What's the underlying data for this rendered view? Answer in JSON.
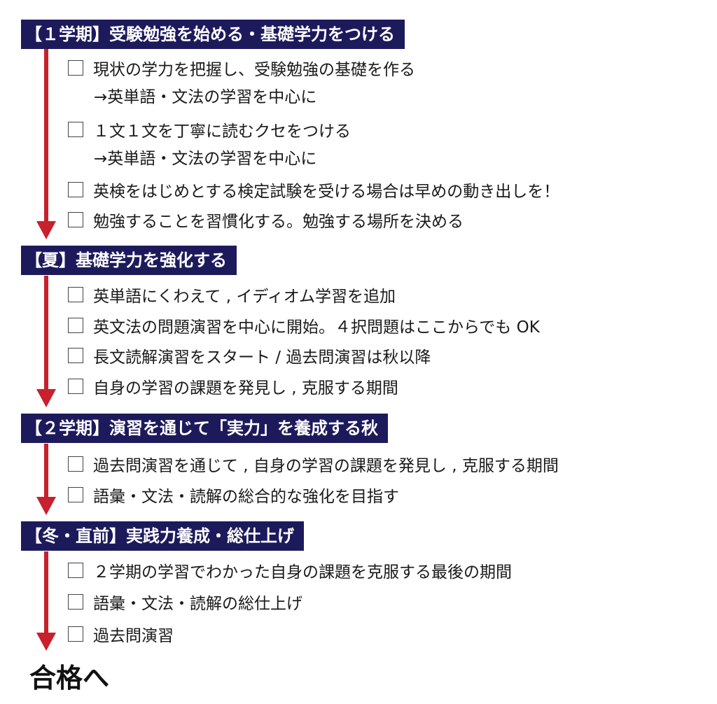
{
  "sections": [
    {
      "header": "【１学期】受験勉強を始める・基礎学力をつける",
      "items": [
        {
          "text": "現状の学力を把握し、受験勉強の基礎を作る",
          "sub": "→英単語・文法の学習を中心に"
        },
        {
          "text": "１文１文を丁寧に読むクセをつける",
          "sub": "→英単語・文法の学習を中心に"
        },
        {
          "text": "英検をはじめとする検定試験を受ける場合は早めの動き出しを！"
        },
        {
          "text": "勉強することを習慣化する。勉強する場所を決める"
        }
      ]
    },
    {
      "header": "【夏】基礎学力を強化する",
      "items": [
        {
          "text": "英単語にくわえて , イディオム学習を追加"
        },
        {
          "text": "英文法の問題演習を中心に開始。４択問題はここからでも OK"
        },
        {
          "text": "長文読解演習をスタート / 過去問演習は秋以降"
        },
        {
          "text": "自身の学習の課題を発見し , 克服する期間"
        }
      ]
    },
    {
      "header": "【２学期】演習を通じて「実力」を養成する秋",
      "items": [
        {
          "text": "過去問演習を通じて , 自身の学習の課題を発見し , 克服する期間"
        },
        {
          "text": "語彙・文法・読解の総合的な強化を目指す"
        }
      ]
    },
    {
      "header": "【冬・直前】実践力養成・総仕上げ",
      "items": [
        {
          "text": "２学期の学習でわかった自身の課題を克服する最後の期間"
        },
        {
          "text": "語彙・文法・読解の総仕上げ"
        },
        {
          "text": "過去問演習"
        }
      ]
    }
  ],
  "goal": "合格へ",
  "colors": {
    "header_bg": "#1d1a5c",
    "arrow": "#c8202c"
  }
}
